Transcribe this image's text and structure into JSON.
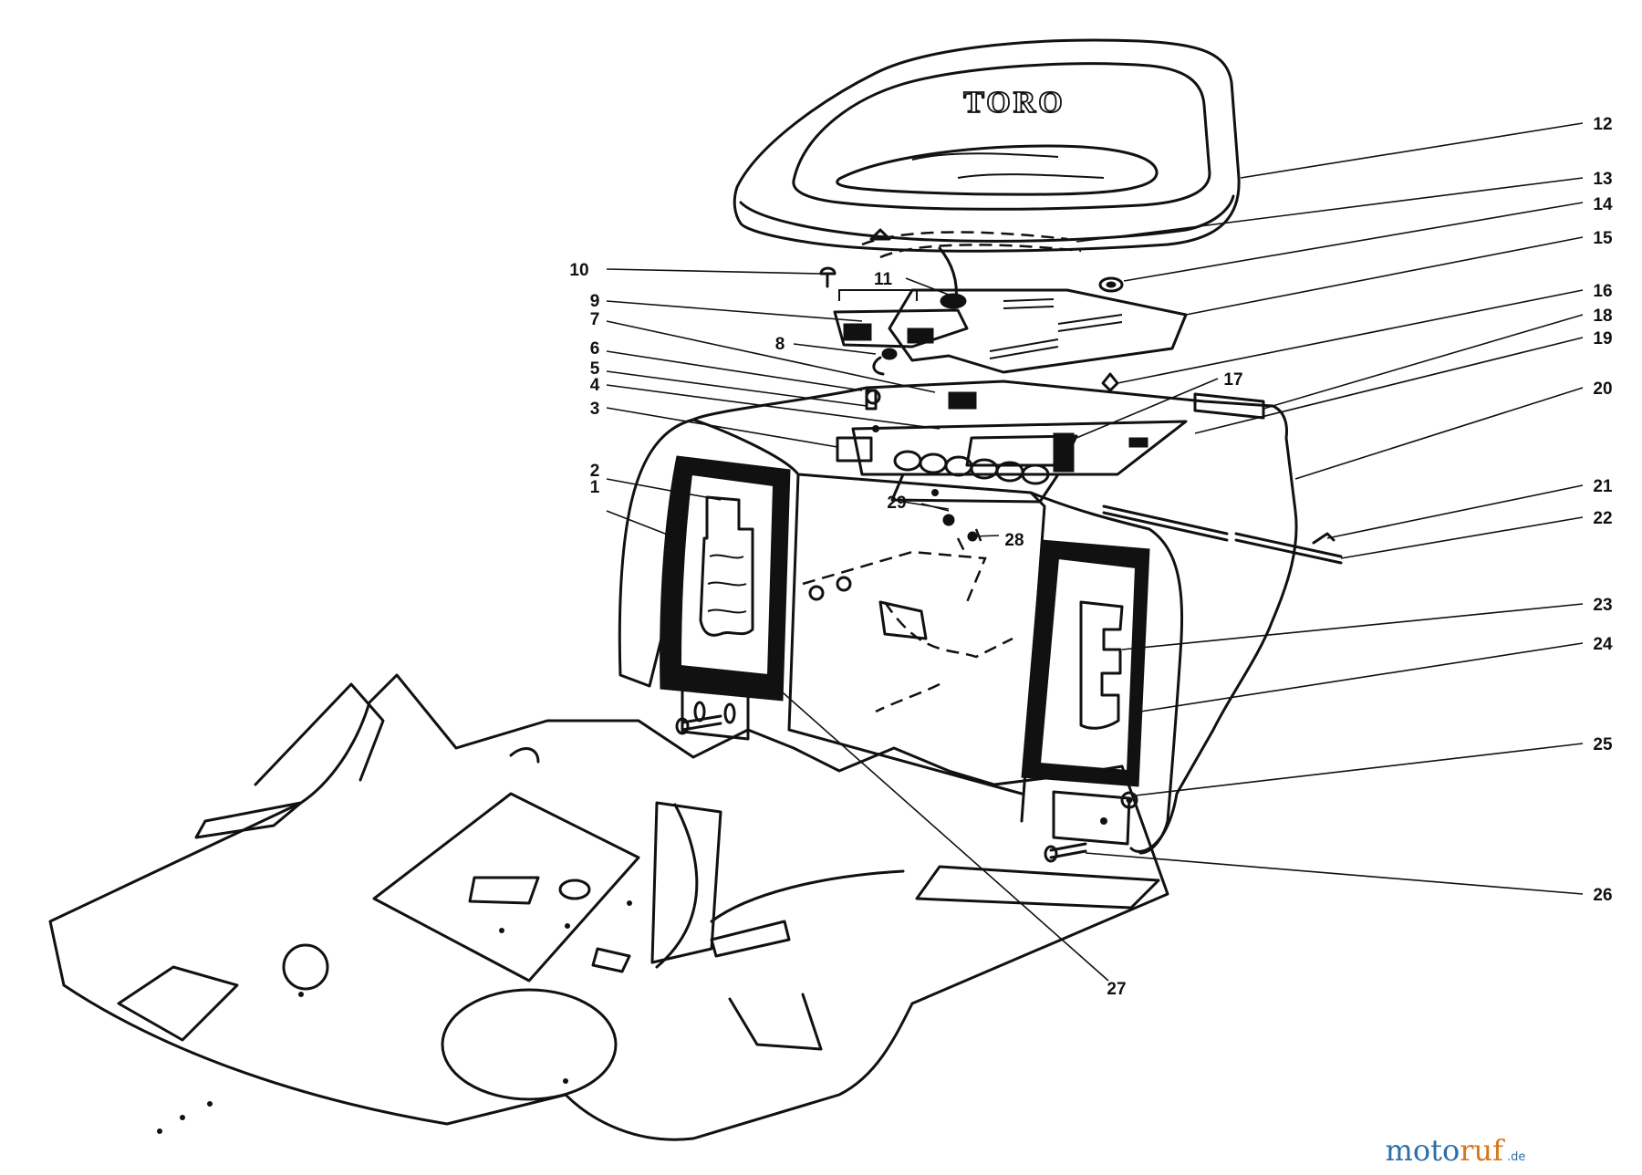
{
  "seat_brand": "TORO",
  "watermark": {
    "part1": "moto",
    "part2": "ruf",
    "part3": ".de"
  },
  "callouts": [
    {
      "id": "1",
      "label": "1"
    },
    {
      "id": "2",
      "label": "2"
    },
    {
      "id": "3",
      "label": "3"
    },
    {
      "id": "4",
      "label": "4"
    },
    {
      "id": "5",
      "label": "5"
    },
    {
      "id": "6",
      "label": "6"
    },
    {
      "id": "7",
      "label": "7"
    },
    {
      "id": "8",
      "label": "8"
    },
    {
      "id": "9",
      "label": "9"
    },
    {
      "id": "10",
      "label": "10"
    },
    {
      "id": "11",
      "label": "11"
    },
    {
      "id": "12",
      "label": "12"
    },
    {
      "id": "13",
      "label": "13"
    },
    {
      "id": "14",
      "label": "14"
    },
    {
      "id": "15",
      "label": "15"
    },
    {
      "id": "16",
      "label": "16"
    },
    {
      "id": "17",
      "label": "17"
    },
    {
      "id": "18",
      "label": "18"
    },
    {
      "id": "19",
      "label": "19"
    },
    {
      "id": "20",
      "label": "20"
    },
    {
      "id": "21",
      "label": "21"
    },
    {
      "id": "22",
      "label": "22"
    },
    {
      "id": "23",
      "label": "23"
    },
    {
      "id": "24",
      "label": "24"
    },
    {
      "id": "25",
      "label": "25"
    },
    {
      "id": "26",
      "label": "26"
    },
    {
      "id": "27",
      "label": "27"
    },
    {
      "id": "28",
      "label": "28"
    },
    {
      "id": "29",
      "label": "29"
    }
  ]
}
